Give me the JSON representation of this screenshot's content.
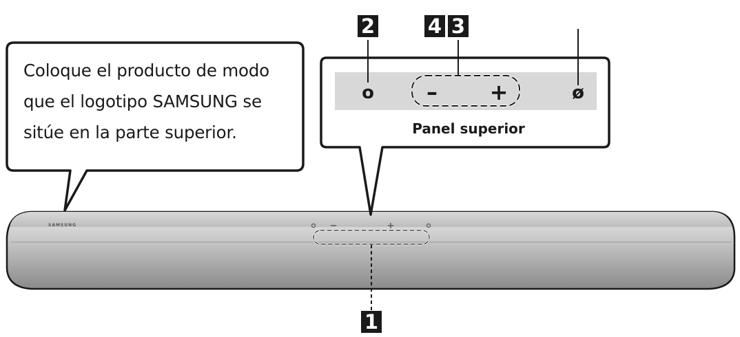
{
  "callout": {
    "lines": [
      "Coloque el producto de modo",
      "que el logotipo SAMSUNG se",
      "sitúe en la parte superior."
    ]
  },
  "panel": {
    "title": "Panel superior",
    "symbols": {
      "multifunction": "o",
      "volume_down": "–",
      "volume_up": "+",
      "power": "ø"
    }
  },
  "callout_numbers": [
    "1",
    "2",
    "4",
    "3"
  ],
  "soundbar": {
    "brand": "SAMSUNG"
  },
  "colors": {
    "panel_fill": "#d8d8d8",
    "bar_light": "#e6e6e6",
    "bar_mid": "#b0b0b0",
    "bar_dark": "#7a7a7a",
    "ink": "#1a1a1a"
  }
}
